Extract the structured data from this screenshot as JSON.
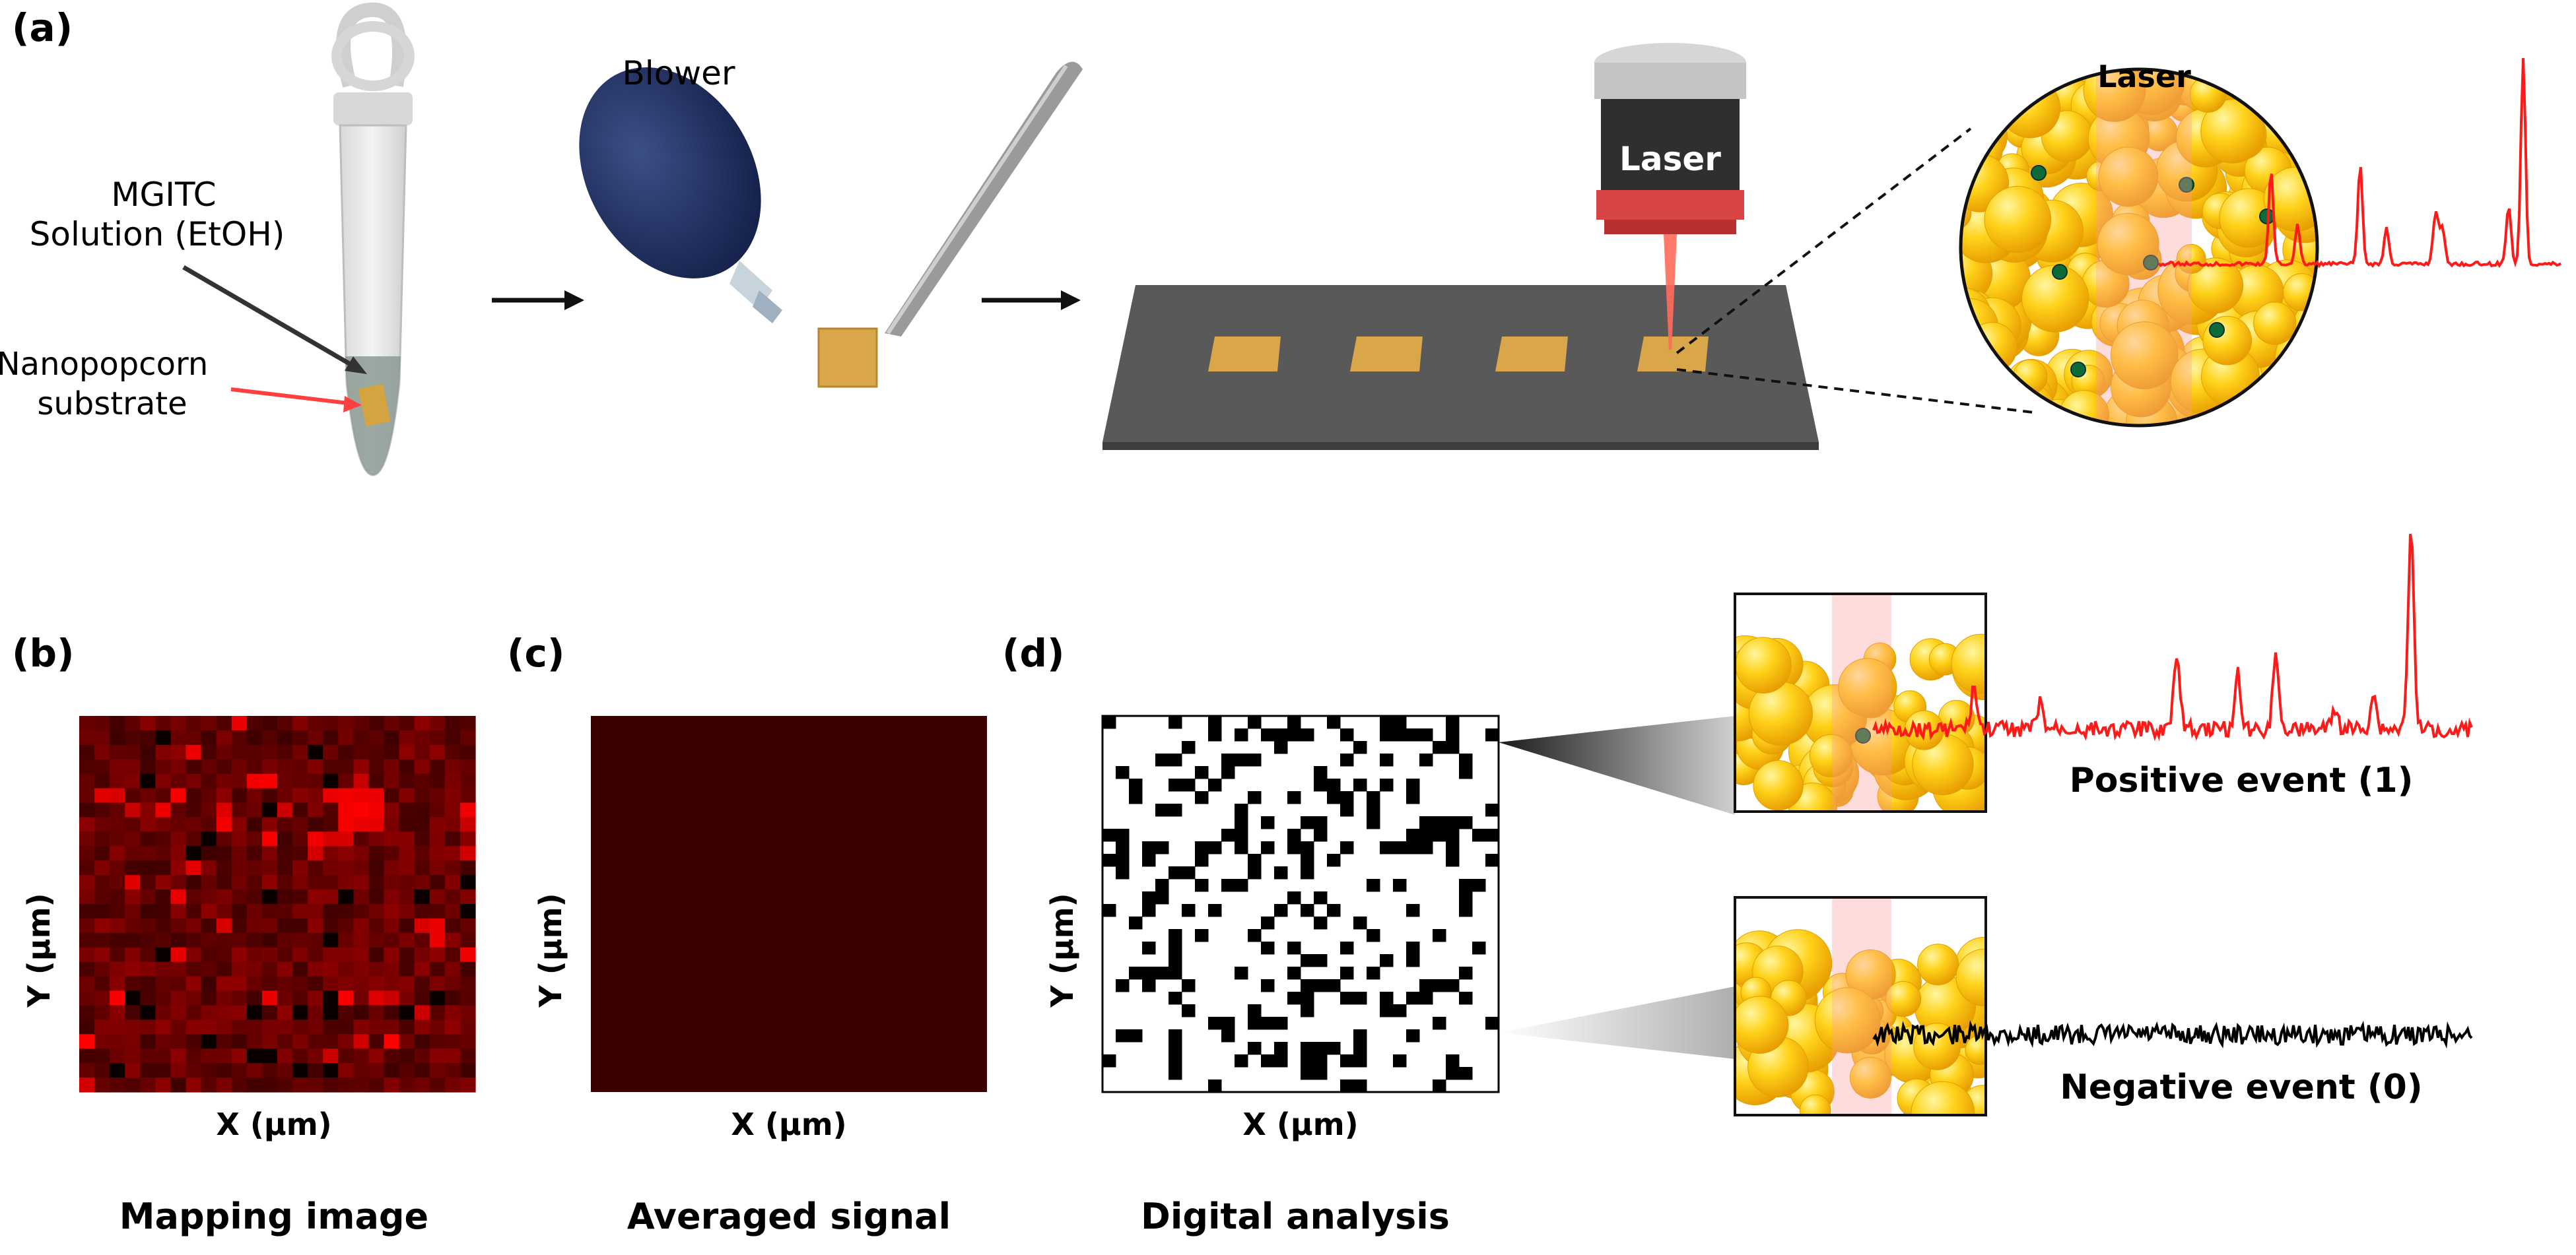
{
  "panel_labels": {
    "a": "(a)",
    "b": "(b)",
    "c": "(c)",
    "d": "(d)"
  },
  "panel_a": {
    "tube_label_line1": "MGITC",
    "tube_label_line2": "Solution (EtOH)",
    "substrate_label_line1": "Nanopopcorn",
    "substrate_label_line2": "substrate",
    "blower_label": "Blower",
    "laser_device_label": "Laser",
    "laser_spot_label": "Laser"
  },
  "panel_b": {
    "x_axis": "X (μm)",
    "y_axis": "Y (μm)",
    "caption": "Mapping image"
  },
  "panel_c": {
    "x_axis": "X (μm)",
    "y_axis": "Y (μm)",
    "caption": "Averaged signal"
  },
  "panel_d": {
    "x_axis": "X (μm)",
    "y_axis": "Y (μm)",
    "caption": "Digital analysis",
    "positive_label": "Positive event (1)",
    "negative_label": "Negative event (0)"
  },
  "colors": {
    "heatmap_dark": "#3a0000",
    "heatmap_bright": "#ff1a1a",
    "averaged": "#3a0000",
    "gold": "#f2c200",
    "spectrum_positive": "#ff1a1a",
    "spectrum_negative": "#000000",
    "stage": "#595959",
    "chip": "#d9a64a"
  }
}
